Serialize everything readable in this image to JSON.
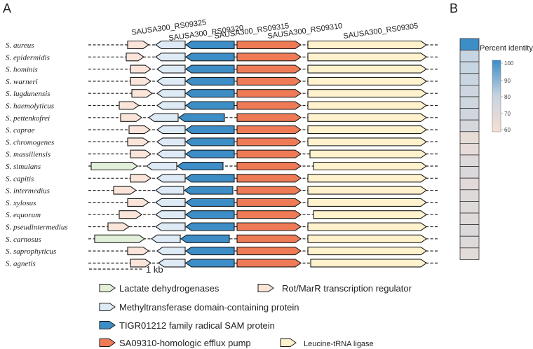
{
  "panels": {
    "a": "A",
    "b": "B"
  },
  "gene_labels": [
    "SAUSA300_RS09325",
    "SAUSA300_RS09320",
    "SAUSA300_RS09315",
    "SAUSA300_RS09310",
    "SAUSA300_RS09305"
  ],
  "species": [
    "S. aureus",
    "S. epidermidis",
    "S. hominis",
    "S. warneri",
    "S. lugdunensis",
    "S. haemolyticus",
    "S. pettenkofrei",
    "S. caprae",
    "S. chromogenes",
    "S. massiliensis",
    "S. simulans",
    "S. capitis",
    "S. intermedius",
    "S. xylosus",
    "S. equorum",
    "S. pseudintermedius",
    "S. carnosus",
    "S. saprophyticus",
    "S. agnetis"
  ],
  "scale_bar": "1 kb",
  "legend": [
    {
      "key": "ldh",
      "label": "Lactate dehydrogenases",
      "color": "#e2f0d9"
    },
    {
      "key": "rot",
      "label": "Rot/MarR transcription regulator",
      "color": "#fbe4d9"
    },
    {
      "key": "mt",
      "label": "Methyltransferase domain-containing protein",
      "color": "#deebf7"
    },
    {
      "key": "sam",
      "label": "TIGR01212 family radical SAM protein",
      "color": "#3d8dc7"
    },
    {
      "key": "efx",
      "label": "SA09310-homologic efflux pump",
      "color": "#ef7b56"
    },
    {
      "key": "leu",
      "label": "Leucine-tRNA ligase",
      "color": "#fff2cc"
    }
  ],
  "identity": {
    "title": "Percent identity",
    "ticks": [
      "100",
      "90",
      "80",
      "70",
      "60"
    ],
    "range": [
      60,
      100
    ],
    "colors": {
      "low": "#f6dfd3",
      "high": "#3d8dc7"
    },
    "values": [
      100,
      80,
      80,
      79,
      78,
      77,
      76,
      74,
      66,
      67,
      70,
      72,
      69,
      70,
      70,
      70,
      71,
      70,
      68
    ]
  },
  "rows": [
    {
      "genes": [
        [
          "rot",
          182,
          212,
          "R"
        ],
        [
          "mt",
          222,
          264,
          "L"
        ],
        [
          "sam",
          265,
          334,
          "L"
        ],
        [
          "efx",
          338,
          429,
          "R"
        ],
        [
          "leu",
          439,
          608,
          "R"
        ]
      ]
    },
    {
      "genes": [
        [
          "rot",
          180,
          205,
          "R"
        ],
        [
          "mt",
          222,
          264,
          "L"
        ],
        [
          "sam",
          265,
          334,
          "L"
        ],
        [
          "efx",
          338,
          429,
          "R"
        ],
        [
          "leu",
          439,
          608,
          "R"
        ]
      ]
    },
    {
      "genes": [
        [
          "rot",
          186,
          215,
          "R"
        ],
        [
          "mt",
          224,
          264,
          "L"
        ],
        [
          "sam",
          265,
          334,
          "L"
        ],
        [
          "efx",
          338,
          429,
          "R"
        ],
        [
          "leu",
          439,
          608,
          "R"
        ]
      ]
    },
    {
      "genes": [
        [
          "rot",
          186,
          215,
          "R"
        ],
        [
          "mt",
          224,
          264,
          "L"
        ],
        [
          "sam",
          265,
          334,
          "L"
        ],
        [
          "efx",
          338,
          429,
          "R"
        ],
        [
          "leu",
          439,
          608,
          "R"
        ]
      ]
    },
    {
      "genes": [
        [
          "rot",
          188,
          217,
          "R"
        ],
        [
          "mt",
          224,
          264,
          "L"
        ],
        [
          "sam",
          265,
          334,
          "L"
        ],
        [
          "efx",
          338,
          429,
          "R"
        ],
        [
          "leu",
          439,
          608,
          "R"
        ]
      ]
    },
    {
      "genes": [
        [
          "rot",
          170,
          198,
          "R"
        ],
        [
          "mt",
          224,
          264,
          "L"
        ],
        [
          "sam",
          265,
          334,
          "L"
        ],
        [
          "efx",
          338,
          429,
          "R"
        ],
        [
          "leu",
          439,
          608,
          "R"
        ]
      ]
    },
    {
      "genes": [
        [
          "rot",
          172,
          202,
          "R"
        ],
        [
          "mt",
          212,
          254,
          "L"
        ],
        [
          "sam",
          255,
          320,
          "L"
        ],
        [
          "efx",
          338,
          429,
          "R"
        ],
        [
          "leu",
          439,
          608,
          "R"
        ]
      ]
    },
    {
      "genes": [
        [
          "rot",
          184,
          214,
          "R"
        ],
        [
          "mt",
          224,
          264,
          "L"
        ],
        [
          "sam",
          265,
          334,
          "L"
        ],
        [
          "efx",
          338,
          429,
          "R"
        ],
        [
          "leu",
          439,
          608,
          "R"
        ]
      ]
    },
    {
      "genes": [
        [
          "rot",
          182,
          212,
          "R"
        ],
        [
          "mt",
          224,
          264,
          "L"
        ],
        [
          "sam",
          265,
          334,
          "L"
        ],
        [
          "efx",
          338,
          429,
          "R"
        ],
        [
          "leu",
          439,
          608,
          "R"
        ]
      ]
    },
    {
      "genes": [
        [
          "rot",
          186,
          215,
          "R"
        ],
        [
          "mt",
          224,
          264,
          "L"
        ],
        [
          "sam",
          265,
          334,
          "L"
        ],
        [
          "efx",
          338,
          429,
          "R"
        ],
        [
          "leu",
          442,
          608,
          "R"
        ]
      ]
    },
    {
      "genes": [
        [
          "ldh",
          130,
          196,
          "R"
        ],
        [
          "mt",
          209,
          252,
          "L"
        ],
        [
          "sam",
          253,
          318,
          "L"
        ],
        [
          "efx",
          338,
          429,
          "R"
        ],
        [
          "leu",
          447,
          608,
          "R"
        ]
      ]
    },
    {
      "genes": [
        [
          "rot",
          186,
          215,
          "R"
        ],
        [
          "mt",
          224,
          264,
          "L"
        ],
        [
          "sam",
          265,
          334,
          "L"
        ],
        [
          "efx",
          338,
          429,
          "R"
        ],
        [
          "leu",
          439,
          608,
          "R"
        ]
      ]
    },
    {
      "genes": [
        [
          "rot",
          162,
          194,
          "R"
        ],
        [
          "mt",
          222,
          262,
          "L"
        ],
        [
          "sam",
          263,
          332,
          "L"
        ],
        [
          "efx",
          338,
          429,
          "R"
        ],
        [
          "leu",
          439,
          608,
          "R"
        ]
      ]
    },
    {
      "genes": [
        [
          "rot",
          182,
          212,
          "R"
        ],
        [
          "mt",
          222,
          264,
          "L"
        ],
        [
          "sam",
          265,
          334,
          "L"
        ],
        [
          "efx",
          338,
          429,
          "R"
        ],
        [
          "leu",
          439,
          608,
          "R"
        ]
      ]
    },
    {
      "genes": [
        [
          "rot",
          170,
          202,
          "R"
        ],
        [
          "mt",
          222,
          264,
          "L"
        ],
        [
          "sam",
          265,
          334,
          "L"
        ],
        [
          "efx",
          338,
          429,
          "R"
        ],
        [
          "leu",
          447,
          608,
          "R"
        ]
      ]
    },
    {
      "genes": [
        [
          "rot",
          154,
          184,
          "R"
        ],
        [
          "mt",
          222,
          264,
          "L"
        ],
        [
          "sam",
          265,
          334,
          "L"
        ],
        [
          "efx",
          338,
          429,
          "R"
        ],
        [
          "leu",
          439,
          608,
          "R"
        ]
      ]
    },
    {
      "genes": [
        [
          "ldh",
          135,
          206,
          "R"
        ],
        [
          "mt",
          216,
          257,
          "L"
        ],
        [
          "sam",
          258,
          327,
          "L"
        ],
        [
          "efx",
          338,
          429,
          "R"
        ],
        [
          "leu",
          439,
          608,
          "R"
        ]
      ]
    },
    {
      "genes": [
        [
          "rot",
          182,
          212,
          "R"
        ],
        [
          "mt",
          224,
          264,
          "L"
        ],
        [
          "sam",
          265,
          334,
          "L"
        ],
        [
          "efx",
          338,
          429,
          "R"
        ],
        [
          "leu",
          439,
          608,
          "R"
        ]
      ]
    },
    {
      "genes": [
        [
          "rot",
          186,
          215,
          "R"
        ],
        [
          "mt",
          226,
          264,
          "L"
        ],
        [
          "sam",
          265,
          334,
          "L"
        ],
        [
          "efx",
          338,
          429,
          "R"
        ],
        [
          "leu",
          443,
          608,
          "R"
        ]
      ]
    }
  ]
}
